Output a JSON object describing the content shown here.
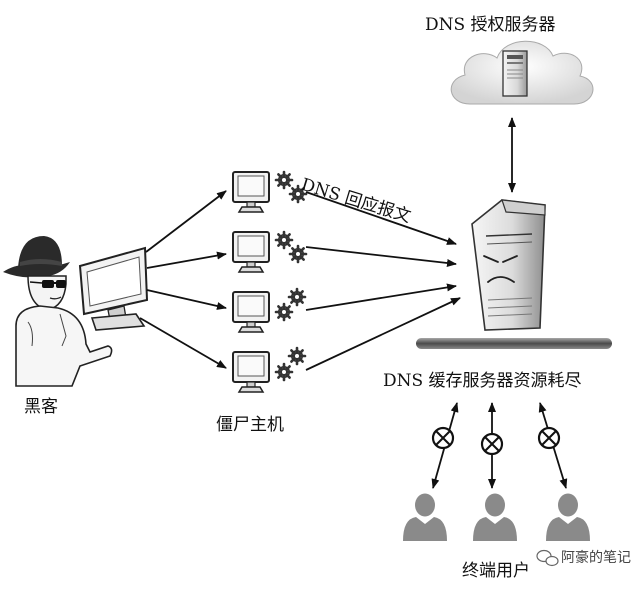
{
  "labels": {
    "auth_server": "DNS 授权服务器",
    "dns_reply": "DNS 回应报文",
    "cache_server": "DNS 缓存服务器资源耗尽",
    "hacker": "黑客",
    "zombies": "僵尸主机",
    "end_users": "终端用户"
  },
  "watermark": "阿豪的笔记",
  "icons": {
    "cloud": "cloud-icon",
    "server": "server-icon",
    "monitor": "monitor-icon",
    "gear": "gear-icon",
    "blocked": "blocked-icon",
    "user": "user-icon",
    "hacker": "hacker-icon",
    "wechat": "wechat-icon"
  }
}
